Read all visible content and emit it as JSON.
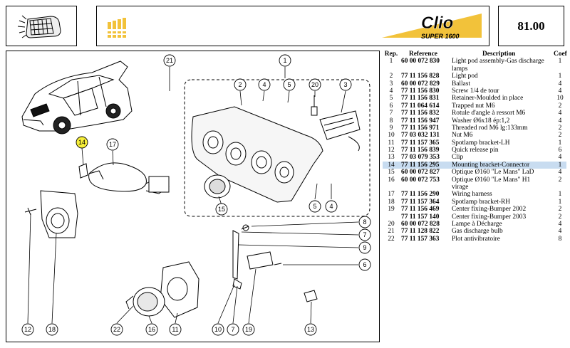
{
  "header": {
    "page_code": "81.00",
    "logo_word": "Clio",
    "logo_sub": "SUPER 1600"
  },
  "table": {
    "headers": {
      "rep": "Rep.",
      "ref": "Reference",
      "desc": "Description",
      "coef": "Coef"
    },
    "rows": [
      {
        "rep": "1",
        "ref": "60 00 072 830",
        "desc": "Light pod assembly-Gas discharge",
        "coef": "1"
      },
      {
        "rep": "",
        "ref": "",
        "desc": "lamps",
        "coef": ""
      },
      {
        "rep": "2",
        "ref": "77 11 156 828",
        "desc": "Light pod",
        "coef": "1"
      },
      {
        "rep": "3",
        "ref": "60 00 072 829",
        "desc": "Ballast",
        "coef": "4"
      },
      {
        "rep": "4",
        "ref": "77 11 156 830",
        "desc": "Screw 1/4 de tour",
        "coef": "4"
      },
      {
        "rep": "5",
        "ref": "77 11 156 831",
        "desc": "Retainer-Moulded in place",
        "coef": "10"
      },
      {
        "rep": "6",
        "ref": "77 11 064 614",
        "desc": "Trapped nut M6",
        "coef": "2"
      },
      {
        "rep": "7",
        "ref": "77 11 156 832",
        "desc": "Rotule d'angle à ressort M6",
        "coef": "4"
      },
      {
        "rep": "8",
        "ref": "77 11 156 947",
        "desc": "Washer Ø6x18 ép:1,2",
        "coef": "4"
      },
      {
        "rep": "9",
        "ref": "77 11 156 971",
        "desc": "Threaded rod M6 lg:133mm",
        "coef": "2"
      },
      {
        "rep": "10",
        "ref": "77 03 032 131",
        "desc": "Nut M6",
        "coef": "2"
      },
      {
        "rep": "11",
        "ref": "77 11 157 365",
        "desc": "Spotlamp bracket-LH",
        "coef": "1"
      },
      {
        "rep": "12",
        "ref": "77 11 156 839",
        "desc": "Quick release pin",
        "coef": "6"
      },
      {
        "rep": "13",
        "ref": "77 03 079 353",
        "desc": "Clip",
        "coef": "4"
      },
      {
        "rep": "14",
        "ref": "77 11 156 295",
        "desc": "Mounting bracket-Connector",
        "coef": "1",
        "highlight": true
      },
      {
        "rep": "15",
        "ref": "60 00 072 827",
        "desc": "Optique Ø160 \"Le Mans\" LaD",
        "coef": "4"
      },
      {
        "rep": "16",
        "ref": "60 00 072 753",
        "desc": "Optique Ø160 \"Le Mans\" H1",
        "coef": "2"
      },
      {
        "rep": "",
        "ref": "",
        "desc": "virage",
        "coef": ""
      },
      {
        "rep": "17",
        "ref": "77 11 156 290",
        "desc": "Wiring harness",
        "coef": "1"
      },
      {
        "rep": "18",
        "ref": "77 11 157 364",
        "desc": "Spotlamp bracket-RH",
        "coef": "1"
      },
      {
        "rep": "19",
        "ref": "77 11 156 469",
        "desc": "Center fixing-Bumper 2002",
        "coef": "2"
      },
      {
        "rep": "",
        "ref": "77 11 157 140",
        "desc": "Center fixing-Bumper 2003",
        "coef": "2"
      },
      {
        "rep": "20",
        "ref": "60 00 072 828",
        "desc": "Lampe à Décharge",
        "coef": "4"
      },
      {
        "rep": "21",
        "ref": "77 11 128 822",
        "desc": "Gas discharge bulb",
        "coef": "4"
      },
      {
        "rep": "22",
        "ref": "77 11 157 363",
        "desc": "Plot antivibratoire",
        "coef": "8"
      }
    ]
  },
  "callouts": {
    "c1": "1",
    "c2": "2",
    "c3": "3",
    "c4a": "4",
    "c4b": "4",
    "c5a": "5",
    "c5b": "5",
    "c6": "6",
    "c7a": "7",
    "c7b": "7",
    "c8": "8",
    "c9": "9",
    "c10": "10",
    "c11": "11",
    "c12": "12",
    "c13": "13",
    "c14": "14",
    "c15": "15",
    "c16": "16",
    "c17": "17",
    "c18": "18",
    "c19": "19",
    "c20": "20",
    "c21": "21",
    "c22": "22"
  },
  "colors": {
    "highlight_row": "#c8dcf0",
    "callout_14_fill": "#f7ef3a",
    "banner_yellow": "#f2c23a"
  }
}
